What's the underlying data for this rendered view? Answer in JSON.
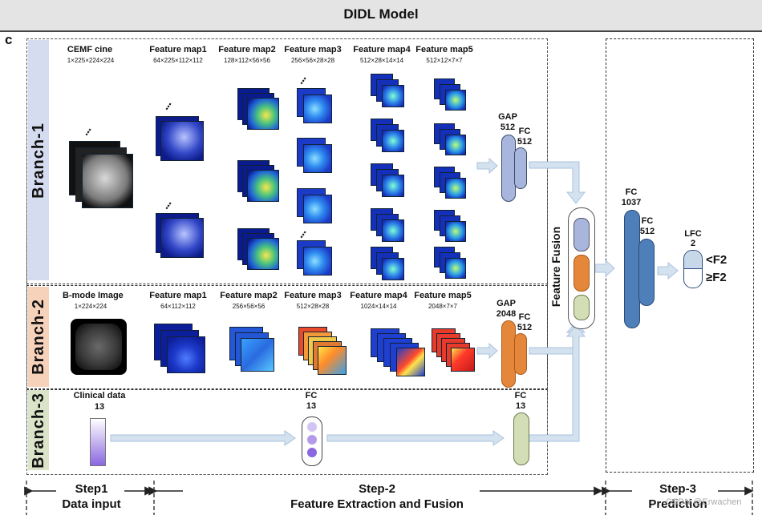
{
  "header": {
    "title": "DIDL Model"
  },
  "panel_letter": "c",
  "branches": {
    "b1": "Branch-1",
    "b2": "Branch-2",
    "b3": "Branch-3"
  },
  "branch1": {
    "input_label": "CEMF cine",
    "input_dim": "1×225×224×224",
    "fm1_label": "Feature map1",
    "fm1_dim": "64×225×112×112",
    "fm2_label": "Feature map2",
    "fm2_dim": "128×112×56×56",
    "fm3_label": "Feature map3",
    "fm3_dim": "256×56×28×28",
    "fm4_label": "Feature map4",
    "fm4_dim": "512×28×14×14",
    "fm5_label": "Feature map5",
    "fm5_dim": "512×12×7×7",
    "gap_label": "GAP",
    "gap_value": "512",
    "fc_label": "FC",
    "fc_value": "512"
  },
  "branch2": {
    "input_label": "B-mode Image",
    "input_dim": "1×224×224",
    "fm1_label": "Feature map1",
    "fm1_dim": "64×112×112",
    "fm2_label": "Feature map2",
    "fm2_dim": "256×56×56",
    "fm3_label": "Feature map3",
    "fm3_dim": "512×28×28",
    "fm4_label": "Feature map4",
    "fm4_dim": "1024×14×14",
    "fm5_label": "Feature map5",
    "fm5_dim": "2048×7×7",
    "gap_label": "GAP",
    "gap_value": "2048",
    "fc_label": "FC",
    "fc_value": "512"
  },
  "branch3": {
    "input_label": "Clinical data",
    "input_value": "13",
    "fc1_label": "FC",
    "fc1_value": "13",
    "fc2_label": "FC",
    "fc2_value": "13"
  },
  "fusion": {
    "label": "Feature Fusion"
  },
  "prediction": {
    "fc1_label": "FC",
    "fc1_value": "1037",
    "fc2_label": "FC",
    "fc2_value": "512",
    "lfc_label": "LFC",
    "lfc_value": "2",
    "out1": "<F2",
    "out2": "≥F2"
  },
  "steps": {
    "s1_title": "Step1",
    "s1_sub": "Data input",
    "s2_title": "Step-2",
    "s2_sub": "Feature Extraction and Fusion",
    "s3_title": "Step-3",
    "s3_sub": "Prediction"
  },
  "watermark": "CSDN @Erwachen",
  "colors": {
    "branch1": "#d6dcef",
    "branch2": "#f6d2bb",
    "branch3": "#dbe3c8",
    "node_blue": "#4f7fb8",
    "node_orange": "#e5873a",
    "node_green": "#c9d6a7",
    "arrow": "#c7d8ea",
    "clinical_purple": "#8a67e0"
  }
}
